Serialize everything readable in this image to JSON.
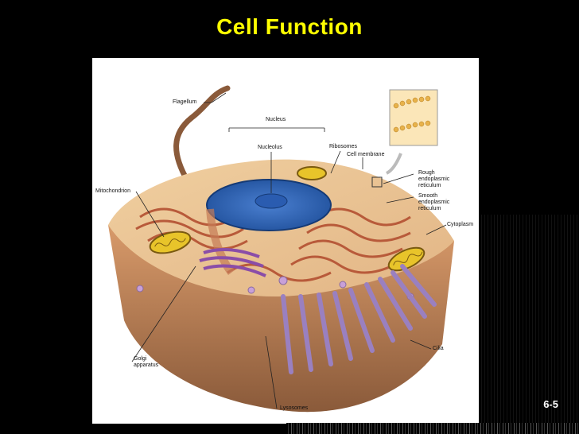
{
  "slide": {
    "title": "Cell Function",
    "page_number": "6-5"
  },
  "diagram": {
    "labels": {
      "flagellum": "Flagellum",
      "nucleus": "Nucleus",
      "nucleolus": "Nucleolus",
      "ribosomes": "Ribosomes",
      "cell_membrane": "Cell membrane",
      "rough_er": [
        "Rough",
        "endoplasmic",
        "reticulum"
      ],
      "smooth_er": [
        "Smooth",
        "endoplasmic",
        "reticulum"
      ],
      "mitochondrion": "Mitochondrion",
      "cytoplasm": "Cytoplasm",
      "golgi": [
        "Golgi",
        "apparatus"
      ],
      "cilia": "Cilia",
      "lysosomes": "Lysosomes"
    }
  }
}
